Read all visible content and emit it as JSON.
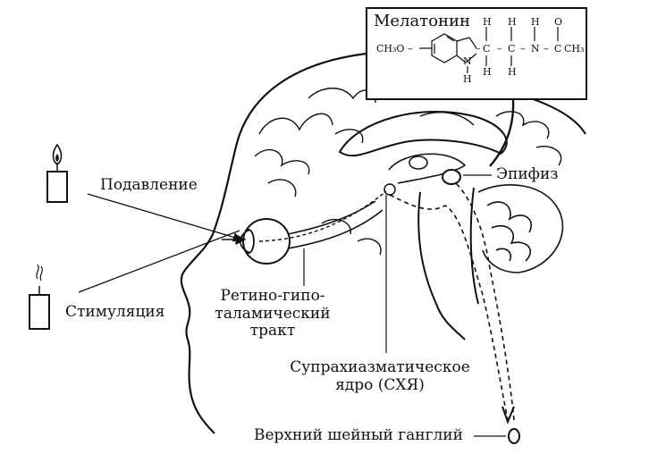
{
  "labels": {
    "suppression": "Подавление",
    "stimulation": "Стимуляция",
    "pineal": "Эпифиз",
    "rht_line1": "Ретино-гипо-",
    "rht_line2": "таламический",
    "rht_line3": "тракт",
    "scn_line1": "Супрахиазматическое",
    "scn_line2": "ядро (СХЯ)",
    "ganglion": "Верхний шейный ганглий"
  },
  "melatonin": {
    "title": "Мелатонин",
    "h": "H",
    "c": "C",
    "n": "N",
    "o": "O",
    "group_left": "CH₃O",
    "group_right": "CH₃",
    "dash": "–",
    "dash_o": "–O"
  }
}
